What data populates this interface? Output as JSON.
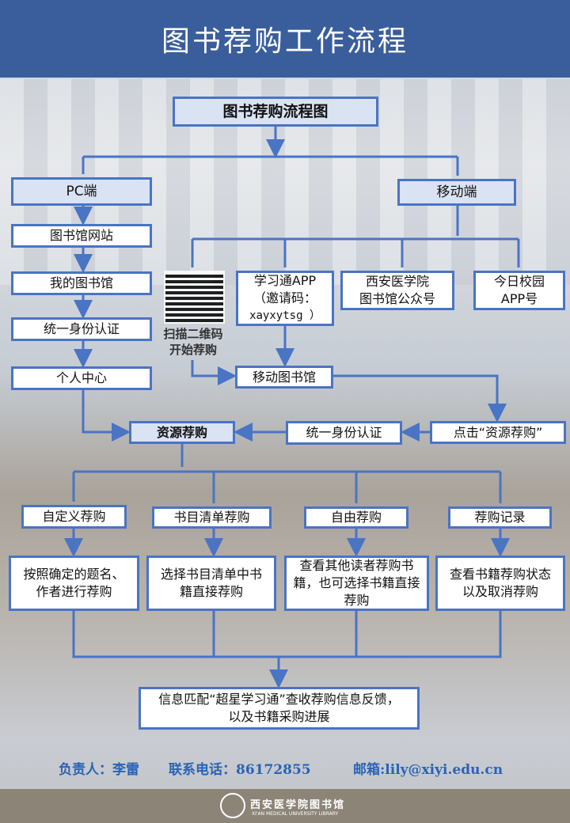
{
  "title": "图书荐购工作流程",
  "chart_title": "图书荐购流程图",
  "pc": {
    "head": "PC端",
    "steps": [
      "图书馆网站",
      "我的图书馆",
      "统一身份认证",
      "个人中心"
    ]
  },
  "mobile": {
    "head": "移动端",
    "qr_note_1": "扫描二维码",
    "qr_note_2": "开始荐购",
    "xxt": [
      "学习通APP",
      "（邀请码：",
      "xayxytsg ）"
    ],
    "wechat": [
      "西安医学院",
      "图书馆公众号"
    ],
    "campus": [
      "今日校园",
      "APP号"
    ],
    "mobile_lib": "移动图书馆",
    "auth": "统一身份认证",
    "click": "点击“资源荐购”"
  },
  "center": "资源荐购",
  "methods": [
    {
      "name": "自定义荐购",
      "desc": "按照确定的题名、作者进行荐购"
    },
    {
      "name": "书目清单荐购",
      "desc": "选择书目清单中书籍直接荐购"
    },
    {
      "name": "自由荐购",
      "desc": "查看其他读者荐购书籍，也可选择书籍直接荐购"
    },
    {
      "name": "荐购记录",
      "desc": "查看书籍荐购状态以及取消荐购"
    }
  ],
  "final": [
    "信息匹配“超星学习通”查收荐购信息反馈，",
    "以及书籍采购进展"
  ],
  "footer": {
    "person": "负责人：李雷",
    "phone": "联系电话：86172855",
    "email": "邮箱:lily@xiyi.edu.cn"
  },
  "logo": {
    "name": "西安医学院图书馆",
    "sub": "XI'AN MEDICAL UNIVERSITY LIBRARY"
  }
}
